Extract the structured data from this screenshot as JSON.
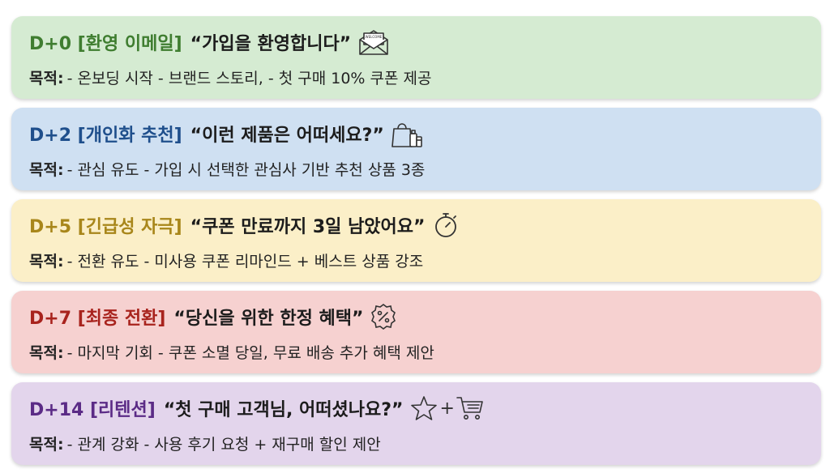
{
  "cards": [
    {
      "tag": "D+0 [환영 이메일]",
      "headline": "“가입을 환영합니다”",
      "icon": "welcome-envelope-icon",
      "envelope_text": "WELCOME",
      "goal_label": "목적:",
      "goal_text": "- 온보딩 시작  - 브랜드 스토리, - 첫 구매 10% 쿠폰 제공",
      "bg": "#d5ebd2",
      "accent": "#3f7d30"
    },
    {
      "tag": "D+2 [개인화 추천]",
      "headline": "“이런 제품은 어떠세요?”",
      "icon": "shopping-bag-icon",
      "goal_label": "목적:",
      "goal_text": "- 관심 유도  - 가입 시 선택한 관심사 기반 추천 상품 3종",
      "bg": "#cfe0f2",
      "accent": "#1f4f8c"
    },
    {
      "tag": "D+5 [긴급성 자극]",
      "headline": "“쿠폰 만료까지 3일 남았어요”",
      "icon": "stopwatch-icon",
      "goal_label": "목적:",
      "goal_text": "- 전환 유도  - 미사용 쿠폰 리마인드 + 베스트 상품 강조",
      "bg": "#fbefc8",
      "accent": "#a8861a"
    },
    {
      "tag": "D+7 [최종 전환]",
      "headline": "“당신을 위한 한정 혜택”",
      "icon": "discount-badge-icon",
      "goal_label": "목적:",
      "goal_text": "- 마지막 기회  - 쿠폰 소멸 당일, 무료 배송 추가 혜택 제안",
      "bg": "#f6d1d0",
      "accent": "#a8231d"
    },
    {
      "tag": "D+14 [리텐션]",
      "headline": "“첫 구매 고객님, 어떠셨나요?”",
      "icon": "star-plus-cart-icon",
      "icon_plus": "+",
      "goal_label": "목적:",
      "goal_text": "- 관계 강화  - 사용 후기 요청 + 재구매 할인 제안",
      "bg": "#e3d5ec",
      "accent": "#5b2b86"
    }
  ]
}
